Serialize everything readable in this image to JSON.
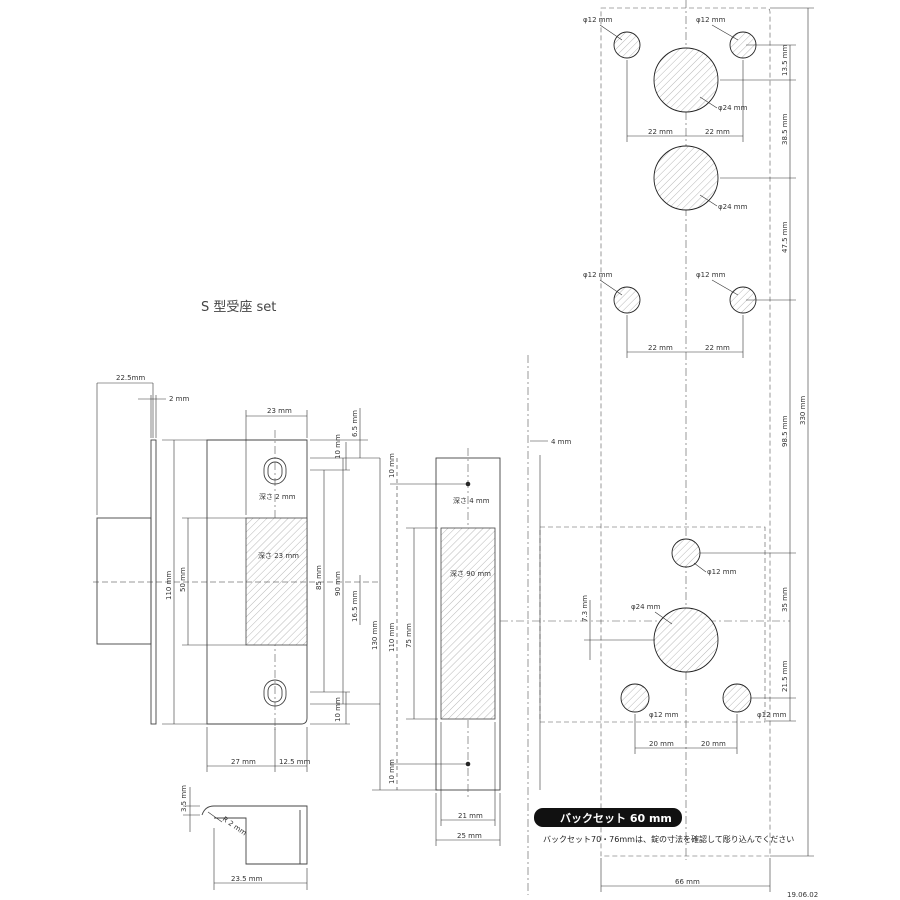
{
  "title": "S 型受座 set",
  "date_stamp": "19.06.02",
  "badge": "バックセット 60 mm",
  "note": "バックセット70・76mmは、錠の寸法を確認して彫り込んでください",
  "side_view": {
    "width_22_5": "22.5mm",
    "thick_2": "2 mm",
    "h_110": "110 mm",
    "h_50": "50 mm"
  },
  "strike_front": {
    "w_23": "23 mm",
    "depth_2": "深さ 2 mm",
    "depth_23": "深さ 23 mm",
    "h_85": "85 mm",
    "h_90": "90 mm",
    "d_6_5": "6.5 mm",
    "d_10_top": "10 mm",
    "d_10_bot": "10 mm",
    "d_16_5": "16.5 mm",
    "w_27": "27 mm",
    "w_12_5": "12.5 mm"
  },
  "bottom_view": {
    "h_3_5": "3.5 mm",
    "r_2": "R 2 mm",
    "w_23_5": "23.5 mm"
  },
  "plate": {
    "h_130": "130 mm",
    "h_110": "110 mm",
    "h_75": "75 mm",
    "d_10_top": "10 mm",
    "d_10_bot": "10 mm",
    "depth_4": "深さ 4 mm",
    "depth_90": "深さ 90 mm",
    "w_21": "21 mm",
    "w_25": "25 mm"
  },
  "door": {
    "t_4": "4 mm",
    "d_7_3": "7.3 mm",
    "w_66": "66 mm",
    "h_330": "330 mm",
    "h_13_5": "13.5 mm",
    "h_38_5": "38.5 mm",
    "h_47_5": "47.5 mm",
    "h_98_5": "98.5 mm",
    "h_35": "35 mm",
    "h_21_5": "21.5 mm",
    "phi12": "φ12 mm",
    "phi24": "φ24 mm",
    "s22": "22 mm",
    "s20": "20 mm"
  }
}
